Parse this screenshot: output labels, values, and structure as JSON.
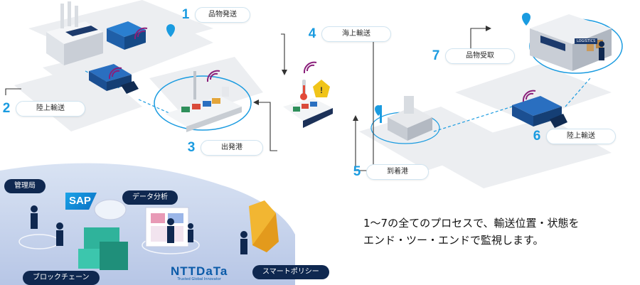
{
  "steps": [
    {
      "num": "1",
      "label": "品物発送"
    },
    {
      "num": "2",
      "label": "陸上輸送"
    },
    {
      "num": "3",
      "label": "出発港"
    },
    {
      "num": "4",
      "label": "海上輸送"
    },
    {
      "num": "5",
      "label": "到着港"
    },
    {
      "num": "6",
      "label": "陸上輸送"
    },
    {
      "num": "7",
      "label": "品物受取"
    }
  ],
  "platform_labels": {
    "admin": "管理局",
    "data_analysis": "データ分析",
    "blockchain": "ブロックチェーン",
    "smart_policy": "スマートポリシー"
  },
  "sap_logo_text": "SAP",
  "ntt_logo": {
    "brand": "NTTDaTa",
    "tagline": "Trusted Global Innovator"
  },
  "caption": {
    "line1": "1～7の全てのプロセスで、輸送位置・状態を",
    "line2": "エンド・ツー・エンドで監視します。"
  },
  "warehouse_sign": "LOGISTICS",
  "colors": {
    "accent": "#1a9be0",
    "dark_label": "#0f2850",
    "wifi": "#8a1f7a"
  }
}
